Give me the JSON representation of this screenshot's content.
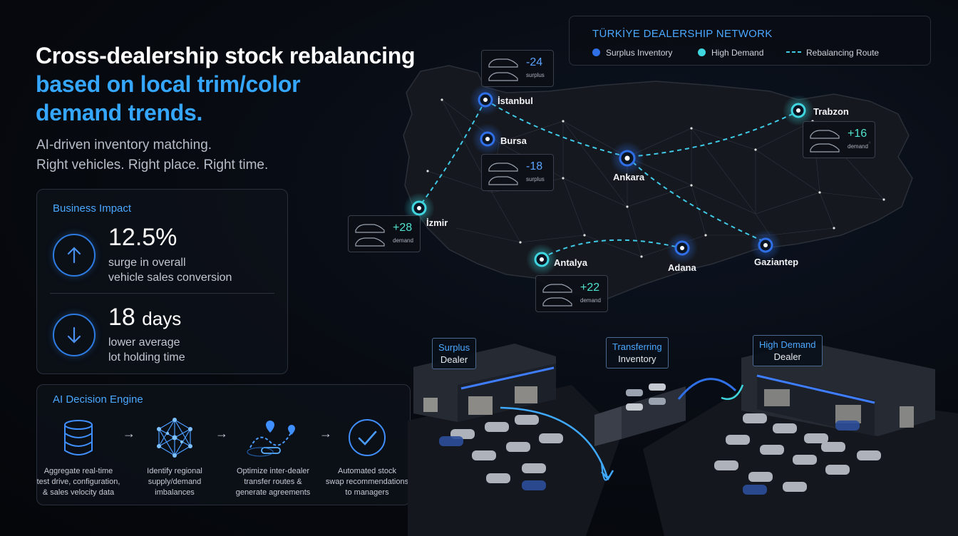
{
  "headline": {
    "line1": "Cross-dealership stock rebalancing",
    "line2": "based on local trim/color",
    "line3": "demand trends."
  },
  "subheadline": {
    "line1": "AI-driven inventory matching.",
    "line2": "Right vehicles. Right place. Right time."
  },
  "business_impact": {
    "title": "Business Impact",
    "metrics": [
      {
        "value": "12.5%",
        "unit": "",
        "desc1": "surge in overall",
        "desc2": "vehicle sales conversion",
        "icon": "arrow-up-icon"
      },
      {
        "value": "18",
        "unit": "days",
        "desc1": "lower average",
        "desc2": "lot holding time",
        "icon": "arrow-down-icon"
      }
    ]
  },
  "ai_engine": {
    "title": "AI Decision Engine",
    "steps": [
      {
        "icon": "database-icon",
        "line1": "Aggregate real-time",
        "line2": "test drive, configuration,",
        "line3": "& sales velocity data"
      },
      {
        "icon": "network-icon",
        "line1": "Identify regional",
        "line2": "supply/demand",
        "line3": "imbalances"
      },
      {
        "icon": "route-icon",
        "line1": "Optimize inter-dealer",
        "line2": "transfer routes &",
        "line3": "generate agreements"
      },
      {
        "icon": "checkmark-icon",
        "line1": "Automated stock",
        "line2": "swap recommendations",
        "line3": "to managers"
      }
    ],
    "arrow": "→"
  },
  "legend": {
    "title": "TÜRKİYE DEALERSHIP NETWORK",
    "surplus": "Surplus Inventory",
    "demand": "High Demand",
    "route": "Rebalancing Route"
  },
  "colors": {
    "surplus": "#2f6fe8",
    "demand": "#3fd6e0",
    "accent": "#35a7ff"
  },
  "cities": {
    "istanbul": "İstanbul",
    "bursa": "Bursa",
    "ankara": "Ankara",
    "izmir": "İzmir",
    "antalya": "Antalya",
    "adana": "Adana",
    "gaziantep": "Gaziantep",
    "trabzon": "Trabzon"
  },
  "cards": {
    "istanbul": {
      "value": "-24",
      "label": "surplus"
    },
    "bursa": {
      "value": "-18",
      "label": "surplus"
    },
    "izmir": {
      "value": "+28",
      "label": "demand"
    },
    "antalya": {
      "value": "+22",
      "label": "demand"
    },
    "trabzon": {
      "value": "+16",
      "label": "demand"
    }
  },
  "scene": {
    "surplus_dealer": {
      "line1": "Surplus",
      "line2": "Dealer"
    },
    "transferring": {
      "line1": "Transferring",
      "line2": "Inventory"
    },
    "demand_dealer": {
      "line1": "High Demand",
      "line2": "Dealer"
    }
  }
}
